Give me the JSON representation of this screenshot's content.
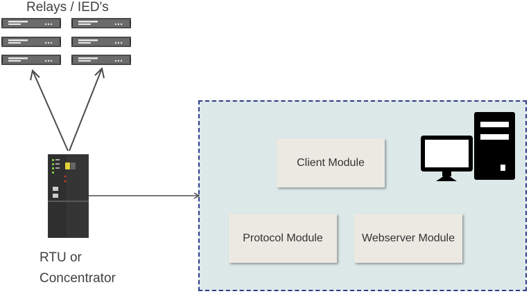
{
  "relays": {
    "title": "Relays / IED's"
  },
  "rtu": {
    "line1": "RTU or",
    "line2": "Concentrator"
  },
  "system": {
    "modules": {
      "client": "Client Module",
      "protocol": "Protocol Module",
      "webserver": "Webserver Module"
    },
    "icon": "computer-icon",
    "border_color": "#2d3a8c",
    "background_color": "#dce9e8"
  }
}
